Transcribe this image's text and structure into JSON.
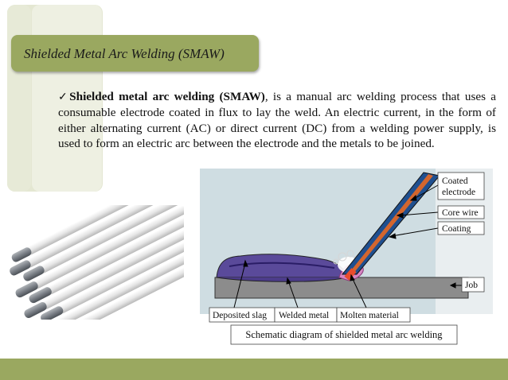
{
  "slide": {
    "title": "Shielded Metal Arc Welding (SMAW)",
    "body_bold": "Shielded metal arc welding (SMAW)",
    "body_rest": ", is a manual arc welding process that uses a consumable electrode coated in flux to lay the weld. An electric current, in the form of either alternating current (AC) or direct current (DC) from a welding power supply, is used to form an electric arc between the electrode and the metals to be joined.",
    "check_glyph": "✓"
  },
  "diagram": {
    "labels": {
      "coated_electrode_1": "Coated",
      "coated_electrode_2": "electrode",
      "core_wire": "Core wire",
      "coating": "Coating",
      "job": "Job",
      "deposited_slag": "Deposited slag",
      "welded_metal": "Welded metal",
      "molten_material": "Molten material"
    },
    "caption": "Schematic diagram of shielded metal arc welding"
  },
  "colors": {
    "accent": "#9aa860",
    "deco_panel": "#e4e7d2",
    "diagram_bg": "#cfdde2",
    "job_metal": "#8c8c8c",
    "slag": "#5a4a9a",
    "electrode_core": "#d3662e"
  }
}
